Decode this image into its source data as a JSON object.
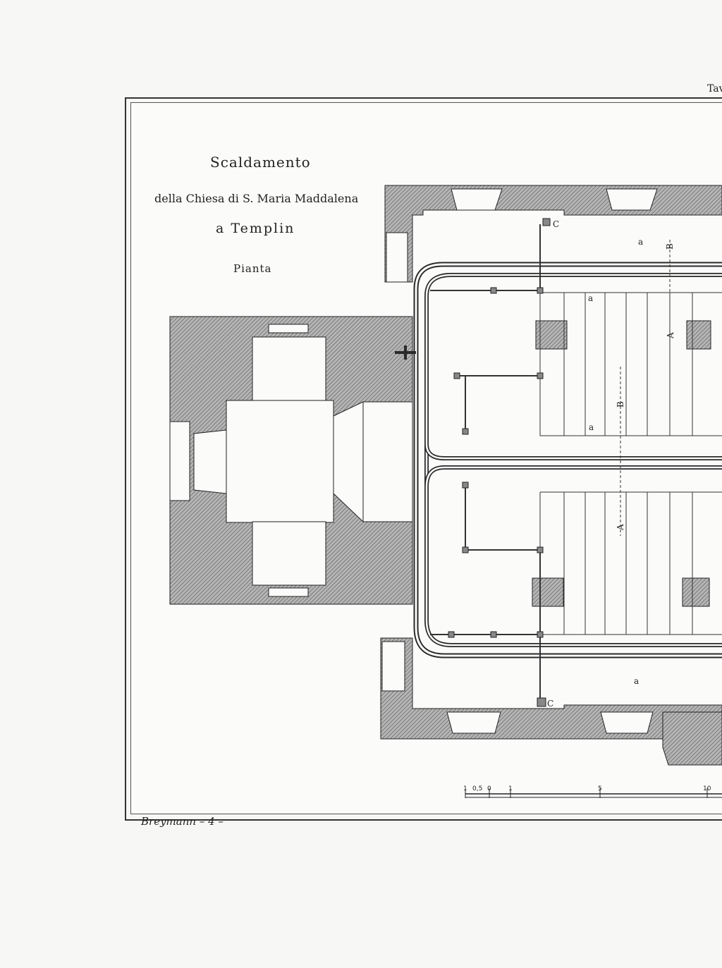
{
  "title": {
    "line1": "Scaldamento",
    "line2": "della Chiesa di S. Maria Maddalena",
    "line3": "a Templin",
    "line4": "Pianta"
  },
  "plate_label": "Tav.",
  "signature": "Breymann – 4 –",
  "labels": {
    "A": "A",
    "B": "B",
    "a": "a",
    "C": "C"
  },
  "scale": {
    "ticks": [
      "1",
      "0,5",
      "0",
      "1",
      "5",
      "10"
    ]
  },
  "colors": {
    "wall_fill": "#9a9a9a",
    "line": "#2a2a2a",
    "paper": "#fbfbfa"
  }
}
